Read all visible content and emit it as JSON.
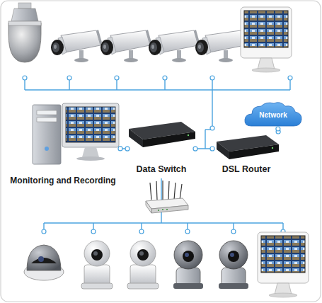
{
  "diagram": {
    "nodes": [
      {
        "text": [
          "Network"
        ]
      },
      {
        "text": [
          "Monitoring and Recording"
        ]
      },
      {
        "text": [
          "Data Switch"
        ]
      },
      {
        "text": [
          "DSL Router"
        ]
      }
    ],
    "edges": [
      {
        "from": 1,
        "to": 2,
        "arrow": "none"
      },
      {
        "from": 2,
        "to": 3,
        "arrow": "none"
      },
      {
        "from": 3,
        "to": 0,
        "arrow": "none"
      }
    ]
  }
}
